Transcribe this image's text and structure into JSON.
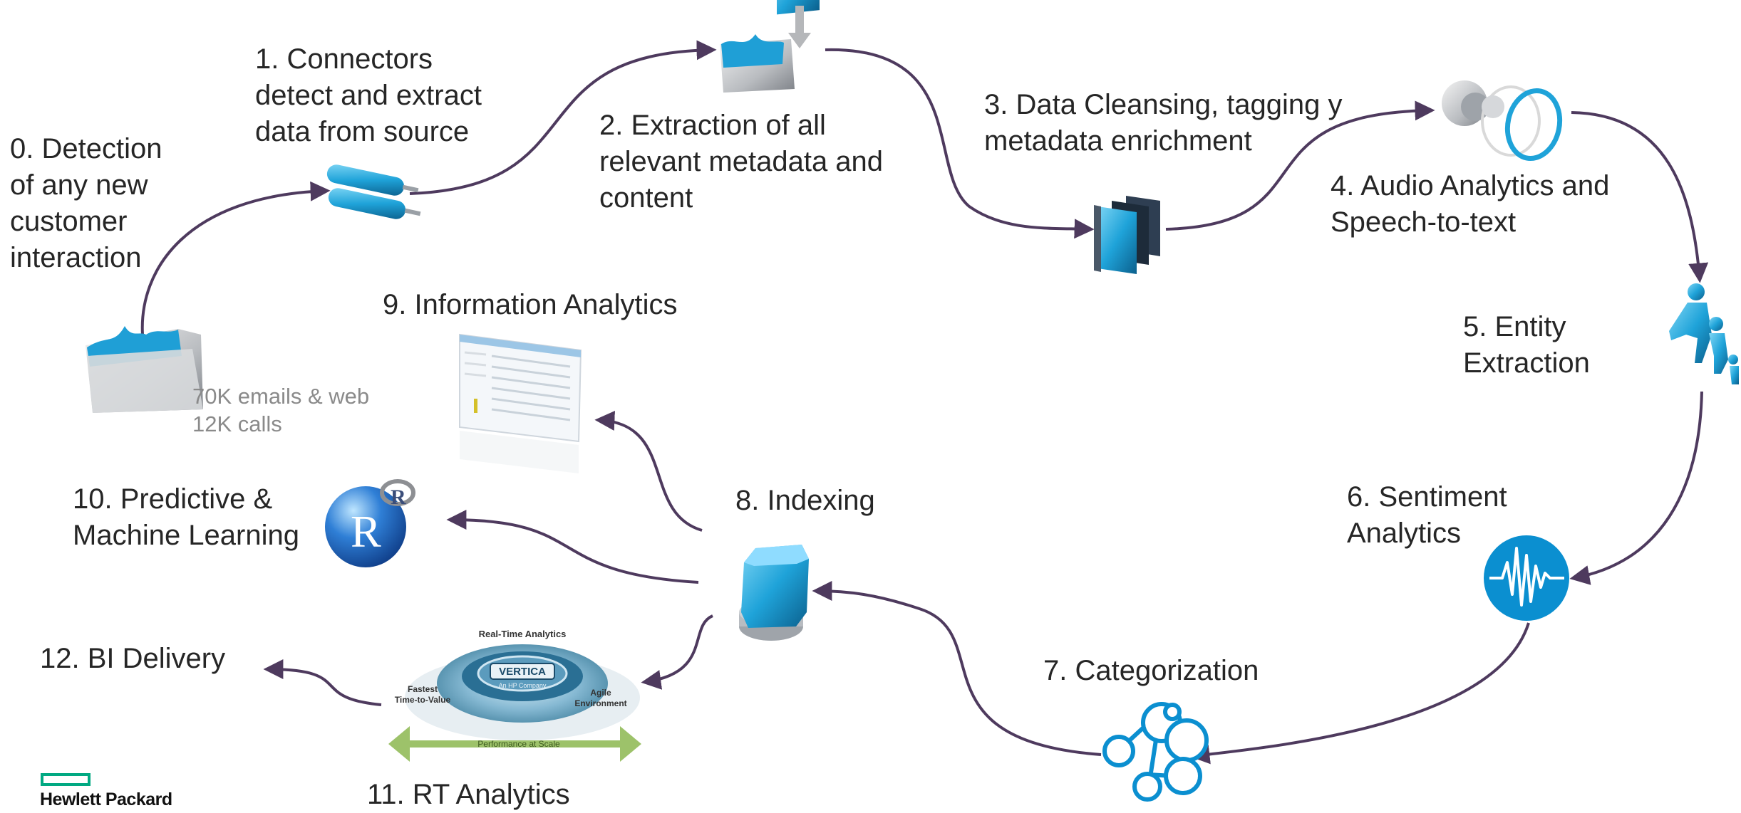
{
  "steps": {
    "s0": [
      "0. Detection",
      "of any new",
      "customer",
      "interaction"
    ],
    "s1": [
      "1. Connectors",
      "detect and extract",
      "data from source"
    ],
    "s2": [
      "2. Extraction of all",
      "relevant  metadata and",
      "content"
    ],
    "s3": [
      "3. Data Cleansing, tagging y",
      "metadata enrichment"
    ],
    "s4": [
      "4. Audio Analytics and",
      "Speech-to-text"
    ],
    "s5": [
      "5. Entity",
      "Extraction"
    ],
    "s6": [
      "6. Sentiment",
      "Analytics"
    ],
    "s7": [
      "7. Categorization"
    ],
    "s8": [
      "8. Indexing"
    ],
    "s9": [
      "9. Information Analytics"
    ],
    "s10": [
      "10. Predictive &",
      "Machine Learning"
    ],
    "s11": [
      "11. RT Analytics"
    ],
    "s12": [
      "12. BI Delivery"
    ]
  },
  "source_note": [
    "70K emails & web",
    "12K calls"
  ],
  "vertica_graphic": {
    "top": "Real-Time Analytics",
    "left": [
      "Fastest",
      "Time-to-Value"
    ],
    "right": [
      "Agile",
      "Environment"
    ],
    "bottom": "Performance at Scale",
    "brand": "VERTICA",
    "brand_sub": "An HP Company"
  },
  "r_logo": "R",
  "logo": {
    "text": "Hewlett Packard",
    "color": "#01a982"
  },
  "colors": {
    "arrow": "#4e3a5e",
    "accent": "#1a9ad6",
    "text": "#262626"
  }
}
